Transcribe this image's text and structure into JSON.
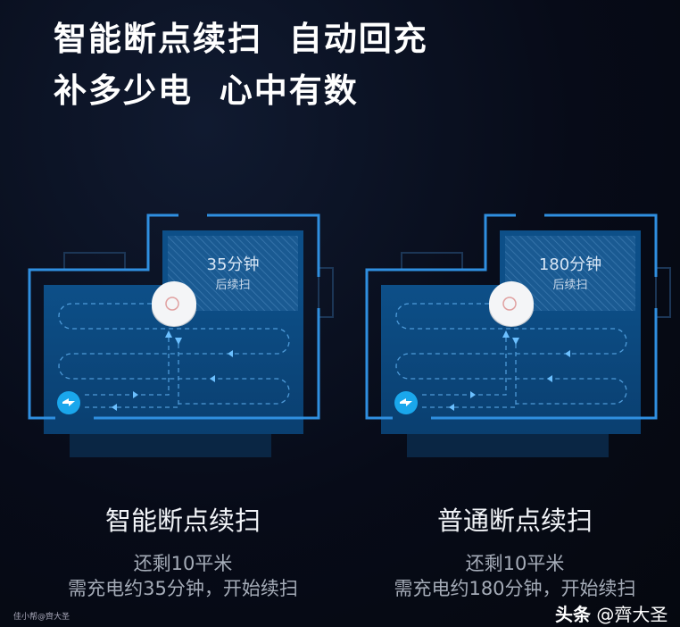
{
  "headline": {
    "line1": "智能断点续扫  自动回充",
    "line2": "补多少电  心中有数"
  },
  "panels": [
    {
      "time": "35分钟",
      "time_sub": "后续扫",
      "title": "智能断点续扫",
      "remaining": "还剩10平米",
      "charge_note": "需充电约35分钟，开始续扫"
    },
    {
      "time": "180分钟",
      "time_sub": "后续扫",
      "title": "普通断点续扫",
      "remaining": "还剩10平米",
      "charge_note": "需充电约180分钟，开始续扫"
    }
  ],
  "watermarks": {
    "left": "佳小帮@齊大圣",
    "right_brand": "头条",
    "right_user": "@齊大圣"
  },
  "colors": {
    "wall": "#2f8fe0",
    "floor": "#0b4c86",
    "path": "#5fb0f0",
    "charger": "#1aa7ec"
  }
}
